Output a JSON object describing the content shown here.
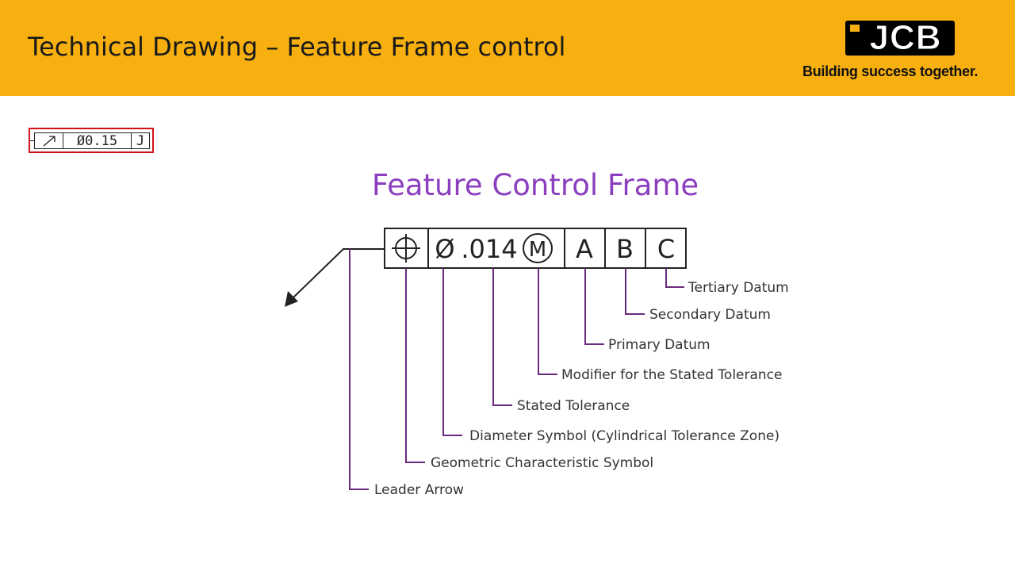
{
  "header": {
    "title": "Technical Drawing – Feature Frame control",
    "logo_text": "JCB",
    "slogan": "Building success together."
  },
  "mini_frame": {
    "symbol_icon": "arrow-diagonal-icon",
    "tolerance": "Ø0.15",
    "datum": "J"
  },
  "diagram": {
    "title": "Feature Control Frame",
    "frame": {
      "geometric_symbol_icon": "position-crosshair-icon",
      "diameter_symbol": "Ø",
      "tolerance": ".014",
      "modifier": "M",
      "datums": [
        "A",
        "B",
        "C"
      ]
    },
    "callouts": [
      "Tertiary Datum",
      "Secondary Datum",
      "Primary Datum",
      "Modifier for the Stated Tolerance",
      "Stated Tolerance",
      "Diameter Symbol (Cylindrical Tolerance Zone)",
      "Geometric Characteristic Symbol",
      "Leader Arrow"
    ]
  },
  "colors": {
    "header_bg": "#F7B00F",
    "title_purple": "#8B3FBF",
    "callout_line": "#6B2A7E",
    "highlight_red": "#D0121B"
  }
}
